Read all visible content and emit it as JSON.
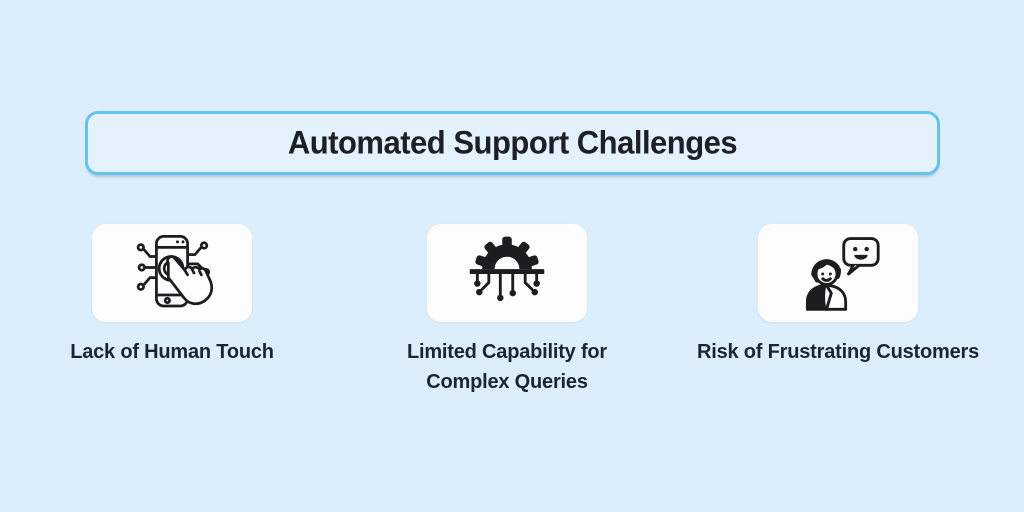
{
  "page": {
    "background_color": "#dceefb",
    "panel_background_color": "#e3f2fd",
    "accent_border_color": "#65c4ed",
    "card_background_color": "#fdfdfe",
    "text_color": "#1e1e26",
    "icon_color": "#1d1d1f"
  },
  "header": {
    "title": "Automated Support Challenges"
  },
  "cards": [
    {
      "icon": "phone-touch-circuit-icon",
      "label": "Lack of Human Touch"
    },
    {
      "icon": "gear-circuit-icon",
      "label": "Limited Capability for Complex Queries"
    },
    {
      "icon": "person-chat-icon",
      "label": "Risk of Frustrating Customers"
    }
  ]
}
